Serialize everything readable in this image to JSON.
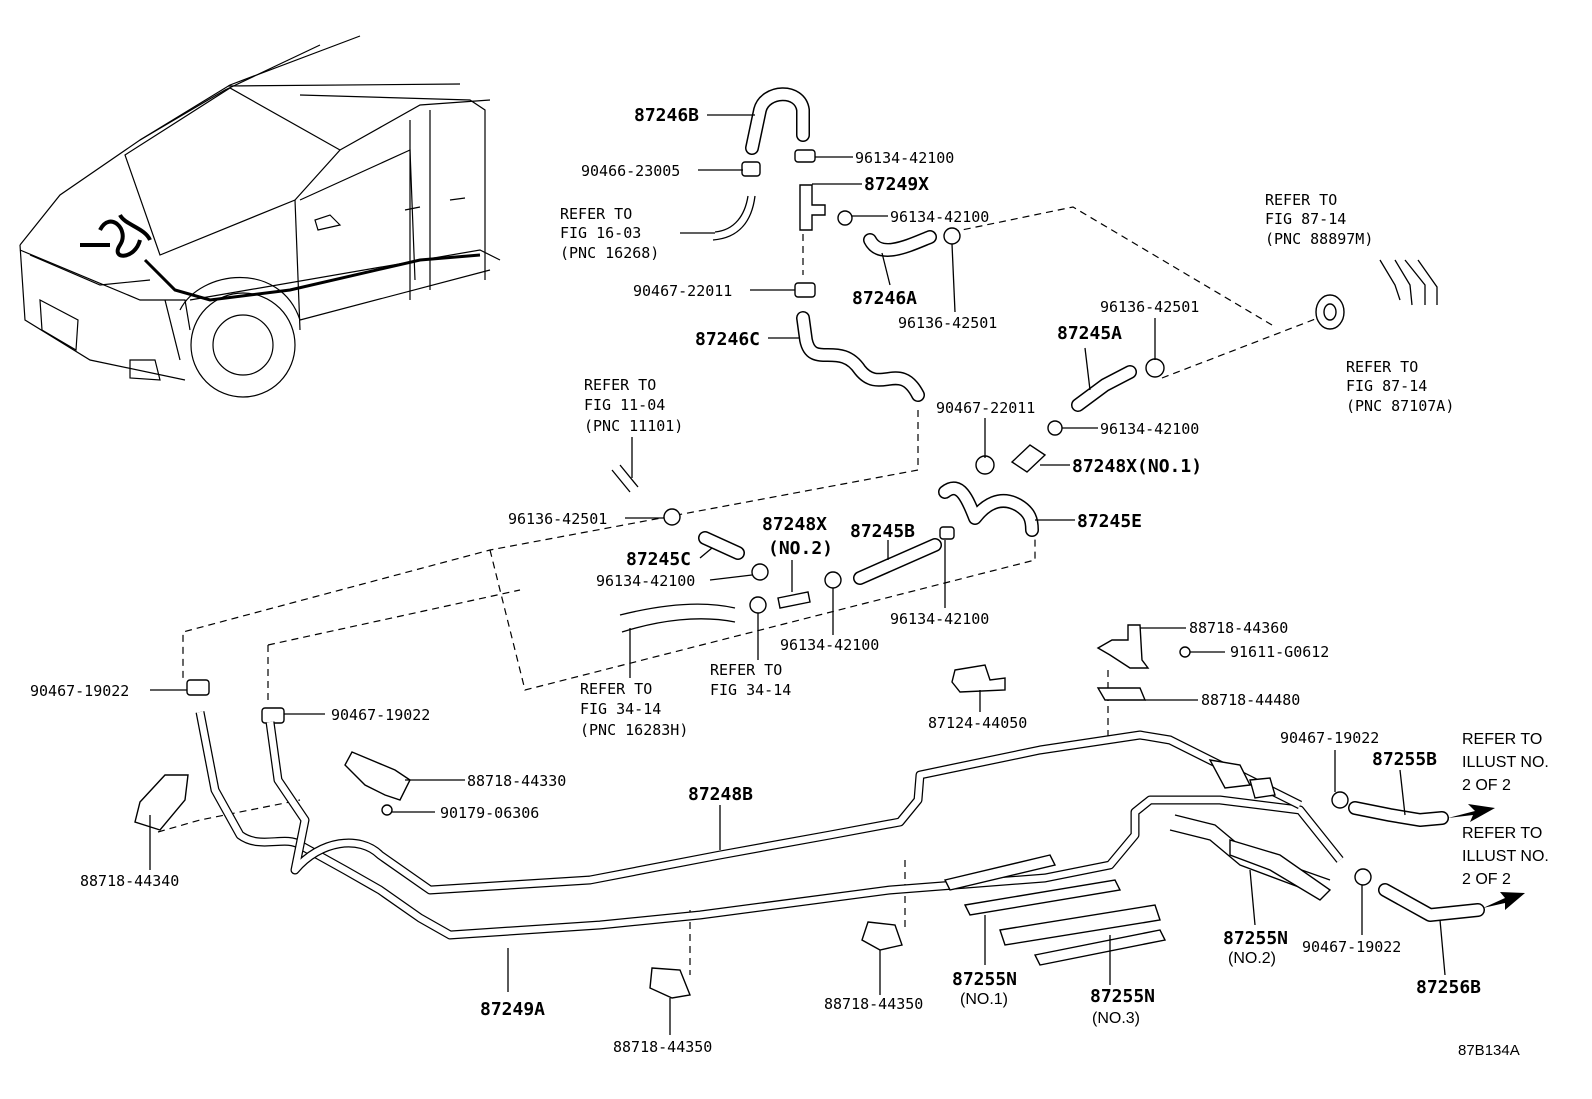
{
  "diagram": {
    "figure_code": "87B134A",
    "part_numbers": {
      "p87246B": "87246B",
      "p87246A": "87246A",
      "p87246C": "87246C",
      "p87249X": "87249X",
      "p87245A": "87245A",
      "p87245B": "87245B",
      "p87245C": "87245C",
      "p87245E": "87245E",
      "p87248X_no1": "87248X(NO.1)",
      "p87248X": "87248X",
      "p87248X_no2": "(NO.2)",
      "p87248B": "87248B",
      "p87249A": "87249A",
      "p87255B": "87255B",
      "p87256B": "87256B",
      "p87255N_1": "87255N",
      "p87255N_1_sub": "(NO.1)",
      "p87255N_2": "87255N",
      "p87255N_2_sub": "(NO.2)",
      "p87255N_3": "87255N",
      "p87255N_3_sub": "(NO.3)"
    },
    "small_parts": {
      "s90466_23005": "90466-23005",
      "s96134_42100_a": "96134-42100",
      "s96134_42100_b": "96134-42100",
      "s96134_42100_c": "96134-42100",
      "s96134_42100_d": "96134-42100",
      "s96134_42100_e": "96134-42100",
      "s96134_42100_f": "96134-42100",
      "s90467_22011_a": "90467-22011",
      "s90467_22011_b": "90467-22011",
      "s96136_42501_a": "96136-42501",
      "s96136_42501_b": "96136-42501",
      "s96136_42501_c": "96136-42501",
      "s90467_19022_a": "90467-19022",
      "s90467_19022_b": "90467-19022",
      "s90467_19022_c": "90467-19022",
      "s90467_19022_d": "90467-19022",
      "s88718_44360": "88718-44360",
      "s91611_g0612": "91611-G0612",
      "s88718_44480": "88718-44480",
      "s87124_44050": "87124-44050",
      "s88718_44330": "88718-44330",
      "s90179_06306": "90179-06306",
      "s88718_44340": "88718-44340",
      "s88718_44350_a": "88718-44350",
      "s88718_44350_b": "88718-44350"
    },
    "refs": {
      "r1603": [
        "REFER TO",
        "FIG 16-03",
        "(PNC 16268)"
      ],
      "r1104": [
        "REFER TO",
        "FIG 11-04",
        "(PNC 11101)"
      ],
      "r8714a": [
        "REFER TO",
        "FIG 87-14",
        "(PNC 88897M)"
      ],
      "r8714b": [
        "REFER TO",
        "FIG 87-14",
        "(PNC 87107A)"
      ],
      "r3414a": [
        "REFER TO",
        "FIG 34-14",
        "(PNC 16283H)"
      ],
      "r3414b": [
        "REFER TO",
        "FIG 34-14"
      ],
      "illust1": [
        "REFER TO",
        "ILLUST NO.",
        "2 OF 2"
      ],
      "illust2": [
        "REFER TO",
        "ILLUST NO.",
        "2 OF 2"
      ]
    }
  }
}
